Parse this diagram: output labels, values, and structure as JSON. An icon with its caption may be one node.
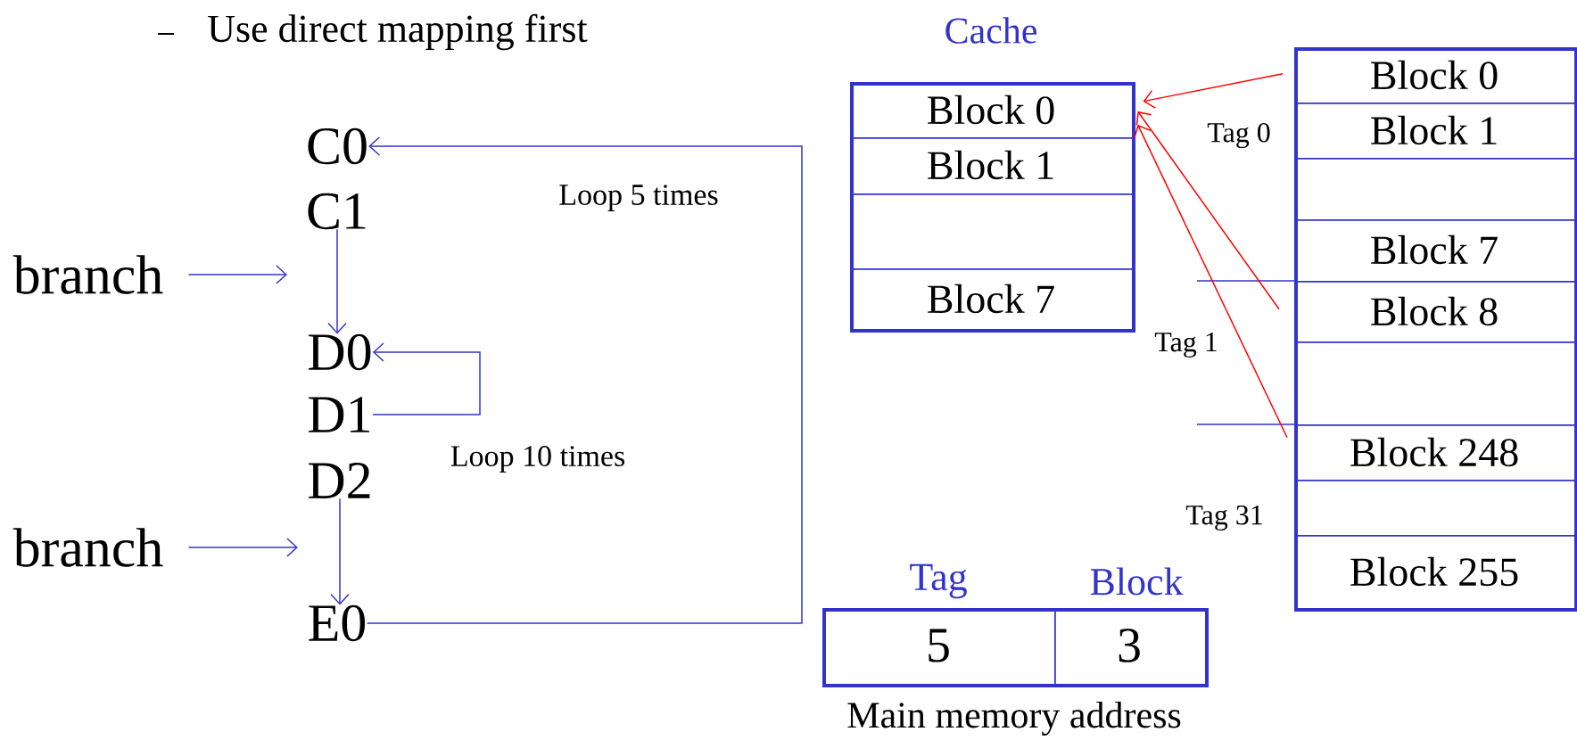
{
  "diagram": {
    "nodes": [
      {
        "text": [
          "C0"
        ]
      },
      {
        "text": [
          "C1"
        ]
      },
      {
        "text": [
          "branch"
        ]
      },
      {
        "text": [
          "D0"
        ]
      },
      {
        "text": [
          "D1"
        ]
      },
      {
        "text": [
          "D2"
        ]
      },
      {
        "text": [
          "branch"
        ]
      },
      {
        "text": [
          "E0"
        ]
      },
      {
        "text": [
          "Cache"
        ]
      },
      {
        "text": [
          "Block 0"
        ],
        "in": 8
      },
      {
        "text": [
          "Block 1"
        ],
        "in": 8
      },
      {
        "text": [],
        "shape": "box",
        "in": 8
      },
      {
        "text": [
          "Block 7"
        ],
        "in": 8
      },
      {
        "text": [],
        "shape": "box"
      },
      {
        "text": [
          "Block 0"
        ],
        "in": 13
      },
      {
        "text": [
          "Block 1"
        ],
        "in": 13
      },
      {
        "text": [],
        "shape": "box",
        "in": 13
      },
      {
        "text": [
          "Block 7"
        ],
        "in": 13
      },
      {
        "text": [
          "Block 8"
        ],
        "in": 13
      },
      {
        "text": [],
        "shape": "box",
        "in": 13
      },
      {
        "text": [
          "Block 248"
        ],
        "in": 13
      },
      {
        "text": [],
        "shape": "box",
        "in": 13
      },
      {
        "text": [
          "Block 255"
        ],
        "in": 13
      },
      {
        "text": [
          "Main memory address"
        ]
      },
      {
        "text": [
          "Tag",
          "5"
        ],
        "in": 23
      },
      {
        "text": [
          "Block",
          "3"
        ],
        "in": 23
      }
    ],
    "edges": [
      {
        "from": 1,
        "to": 3,
        "arrow": "to"
      },
      {
        "from": 2,
        "to": null,
        "arrow": "to"
      },
      {
        "from": 5,
        "to": 7,
        "arrow": "to"
      },
      {
        "from": 6,
        "to": null,
        "arrow": "to"
      },
      {
        "from": 4,
        "to": 3,
        "arrow": "to",
        "label": "Loop 10 times"
      },
      {
        "from": 7,
        "to": 0,
        "arrow": "to",
        "label": "Loop 5 times"
      },
      {
        "from": 14,
        "to": 9,
        "arrow": "to",
        "color": "#ff0000"
      },
      {
        "from": 18,
        "to": 9,
        "arrow": "to",
        "color": "#ff0000"
      },
      {
        "from": 20,
        "to": 9,
        "arrow": "to",
        "color": "#ff0000"
      }
    ],
    "labels": [
      "Use direct mapping first",
      "Tag 0",
      "Tag 1",
      "Tag 31"
    ]
  }
}
